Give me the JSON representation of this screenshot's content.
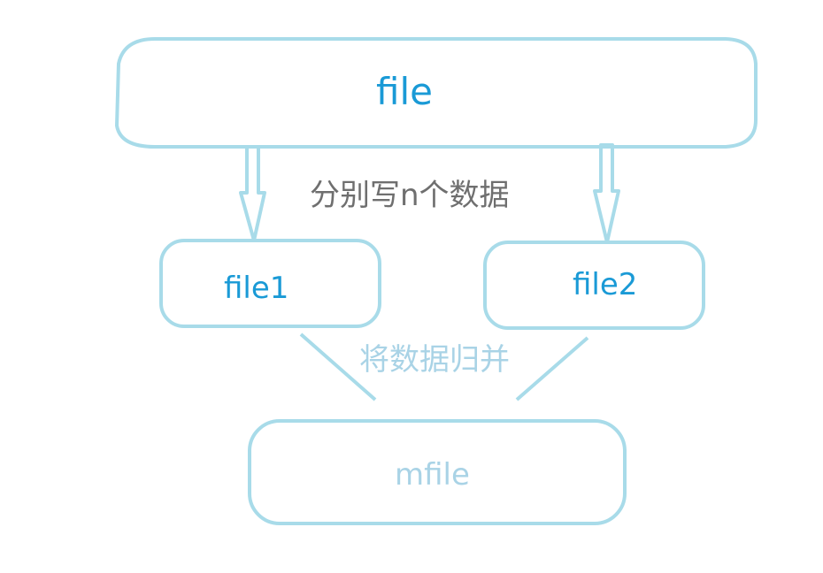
{
  "diagram": {
    "nodes": {
      "file": {
        "label": "file"
      },
      "file1": {
        "label": "file1"
      },
      "file2": {
        "label": "file2"
      },
      "mfile": {
        "label": "mfile"
      }
    },
    "edges": {
      "split_label": "分别写n个数据",
      "merge_label": "将数据归并"
    }
  },
  "colors": {
    "stroke": "#a8dbe9",
    "primary_text": "#1a9ad6",
    "secondary_text": "#6f6f6f",
    "merge_text": "#a9d3e6"
  }
}
